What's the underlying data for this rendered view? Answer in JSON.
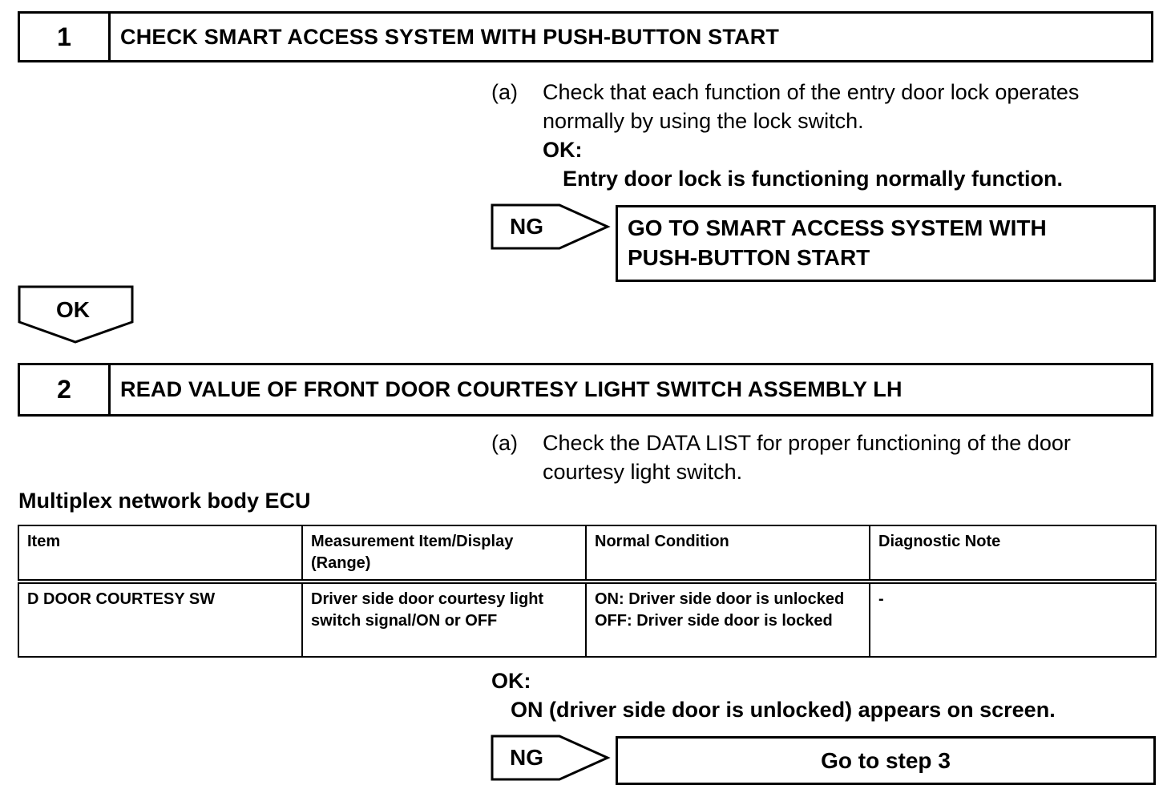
{
  "step1": {
    "number": "1",
    "title": "CHECK SMART ACCESS SYSTEM WITH PUSH-BUTTON START",
    "item_marker": "(a)",
    "instruction_line1": "Check that each function of the entry door lock operates",
    "instruction_line2": "normally by using the lock switch.",
    "ok_label": "OK:",
    "ok_text": "Entry door lock is functioning normally function.",
    "ng_label": "NG",
    "ng_result_line1": "GO TO SMART ACCESS SYSTEM WITH",
    "ng_result_line2": "PUSH-BUTTON START"
  },
  "ok_arrow_label": "OK",
  "step2": {
    "number": "2",
    "title": "READ VALUE OF FRONT DOOR COURTESY LIGHT SWITCH ASSEMBLY LH",
    "item_marker": "(a)",
    "instruction_line1": "Check the DATA LIST for proper functioning of the door",
    "instruction_line2": "courtesy light switch.",
    "table_caption": "Multiplex network body ECU",
    "table": {
      "headers": [
        "Item",
        "Measurement Item/Display (Range)",
        "Normal Condition",
        "Diagnostic Note"
      ],
      "rows": [
        {
          "item": "D DOOR COURTESY SW",
          "measurement": "Driver side door courtesy light switch signal/ON or OFF",
          "normal_line1": "ON: Driver side door is unlocked",
          "normal_line2": "OFF: Driver side door is locked",
          "note": "-"
        }
      ]
    },
    "ok_label": "OK:",
    "ok_text": "ON (driver side door is unlocked) appears on screen.",
    "ng_label": "NG",
    "ng_result": "Go to step 3"
  }
}
